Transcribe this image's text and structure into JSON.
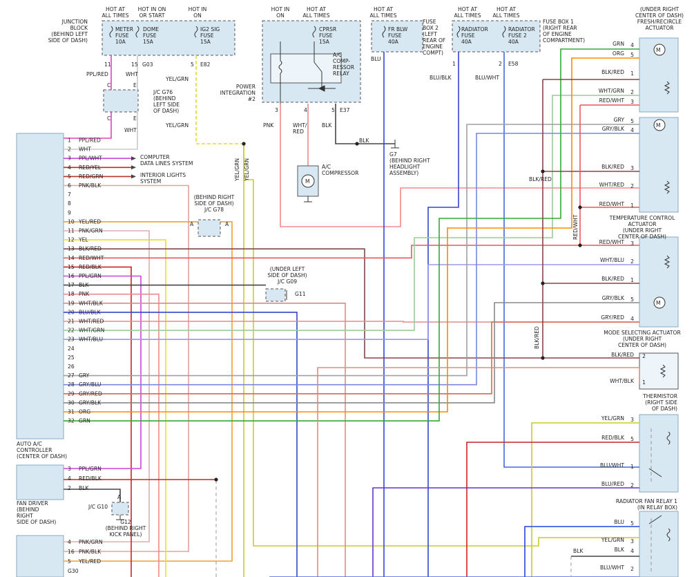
{
  "colors": {
    "PPL_RED": "#e040c0",
    "WHT": "#c8c8c8",
    "PPL_WHT": "#cc44dd",
    "RED_YEL": "#cc2222",
    "RED_GRN": "#bb3322",
    "PNK_BLK": "#e8a0a0",
    "YEL_RED": "#f0a030",
    "PNK_GRN": "#d8b0b0",
    "YEL": "#e8e020",
    "BLK_RED": "#884444",
    "RED_WHT": "#ee5555",
    "RED_BLK": "#cc2222",
    "PPL_GRN": "#cc44dd",
    "BLK": "#444444",
    "PNK": "#ee8888",
    "WHT_BLK": "#e08888",
    "BLU_BLK": "#3344cc",
    "WHT_RED": "#e88888",
    "WHT_GRN": "#99cc99",
    "WHT_BLU": "#9999ee",
    "GRY": "#a0a0a0",
    "GRY_BLU": "#7788dd",
    "GRY_RED": "#dd6655",
    "GRY_BLK": "#888888",
    "ORG": "#ff8800",
    "GRN": "#33aa33",
    "BLU": "#3344dd",
    "BLU_WHT": "#4466dd",
    "BLU_RED": "#6633cc",
    "YEL_GRN": "#cccc22",
    "YEL_GRN_DASH": "#dddd33",
    "BLU_CYAN": "#2244dd"
  },
  "top": {
    "hot1": "HOT AT\nALL TIMES",
    "hot2": "HOT IN ON\nOR START",
    "hot3": "HOT IN\nON",
    "hot4": "HOT IN\nON",
    "hot5": "HOT AT\nALL TIMES",
    "hot6": "HOT AT\nALL TIMES",
    "hot7": "HOT AT\nALL TIMES",
    "hot8": "HOT AT\nALL TIMES",
    "junction_block": "JUNCTION\nBLOCK\n(BEHIND LEFT\nSIDE OF DASH)",
    "meter_fuse": "METER\nFUSE\n10A",
    "dome_fuse": "DOME\nFUSE\n15A",
    "ig2_fuse": "IG2 SIG\nFUSE\n15A",
    "cprsr_fuse": "CPRSR\nFUSE\n15A",
    "ac_relay": "A/C\nCOMP-\nRESSOR\nRELAY",
    "power_integration": "POWER\nINTEGRATION\n#2",
    "fr_blw_fuse": "FR BLW\nFUSE\n40A",
    "fuse_box2": "FUSE\nBOX 2\n(LEFT\nREAR OF\nENGINE\nCOMPT)",
    "radiator_fuse": "RADIATOR\nFUSE\n40A",
    "radiator_fuse2": "RADIATOR\nFUSE 2\n40A",
    "fuse_box1": "FUSE BOX 1\n(RIGHT REAR\nOF ENGINE\nCOMPARTMENT)",
    "pin11": "11",
    "pin15": "15",
    "g03": "G03",
    "pin5": "5",
    "e82": "E82",
    "pin3": "3",
    "pin4": "4",
    "pin5b": "5",
    "e37": "E37",
    "pin1": "1",
    "pin2": "2",
    "e58": "E58",
    "ppl_red": "PPL/RED",
    "wht": "WHT",
    "yel_grn": "YEL/GRN",
    "pnk": "PNK",
    "wht_red": "WHT/\nRED",
    "blk": "BLK",
    "blu": "BLU",
    "blu_blk": "BLU/BLK",
    "blu_wht": "BLU/WHT",
    "jc_g76": "J/C G76\n(BEHIND\nLEFT SIDE\nOF DASH)",
    "c_top": "C",
    "e_top": "E",
    "c_bot": "C",
    "e_bot": "E",
    "wht2": "WHT",
    "yel_grn2": "YEL/GRN",
    "yel_grn_v1": "YEL/GRN",
    "yel_grn_v2": "YEL/GRN",
    "blk_g7": "BLK",
    "g7": "G7\n(BEHIND RIGHT\nHEADLIGHT\nASSEMBLY)",
    "ac_compressor": "A/C\nCOMPRESSOR",
    "motor_m": "M"
  },
  "controller": {
    "name": "AUTO A/C\nCONTROLLER\n(CENTER OF DASH)",
    "pins": [
      {
        "n": "1",
        "w": "PPL/RED"
      },
      {
        "n": "2",
        "w": "WHT"
      },
      {
        "n": "3",
        "w": "PPL/WHT"
      },
      {
        "n": "4",
        "w": "RED/YEL"
      },
      {
        "n": "5",
        "w": "RED/GRN"
      },
      {
        "n": "6",
        "w": "PNK/BLK"
      },
      {
        "n": "7",
        "w": ""
      },
      {
        "n": "8",
        "w": ""
      },
      {
        "n": "9",
        "w": ""
      },
      {
        "n": "10",
        "w": "YEL/RED"
      },
      {
        "n": "11",
        "w": "PNK/GRN"
      },
      {
        "n": "12",
        "w": "YEL"
      },
      {
        "n": "13",
        "w": "BLK/RED"
      },
      {
        "n": "14",
        "w": "RED/WHT"
      },
      {
        "n": "15",
        "w": "RED/BLK"
      },
      {
        "n": "16",
        "w": "PPL/GRN"
      },
      {
        "n": "17",
        "w": "BLK"
      },
      {
        "n": "18",
        "w": "PNK"
      },
      {
        "n": "19",
        "w": "WHT/BLK"
      },
      {
        "n": "20",
        "w": "BLU/BLK"
      },
      {
        "n": "21",
        "w": "WHT/RED"
      },
      {
        "n": "22",
        "w": "WHT/GRN"
      },
      {
        "n": "23",
        "w": "WHT/BLU"
      },
      {
        "n": "24",
        "w": ""
      },
      {
        "n": "25",
        "w": ""
      },
      {
        "n": "26",
        "w": ""
      },
      {
        "n": "27",
        "w": "GRY"
      },
      {
        "n": "28",
        "w": "GRY/BLU"
      },
      {
        "n": "29",
        "w": "GRY/RED"
      },
      {
        "n": "30",
        "w": "GRY/BLK"
      },
      {
        "n": "31",
        "w": "ORG"
      },
      {
        "n": "32",
        "w": "GRN"
      }
    ],
    "computer_data": "COMPUTER\nDATA LINES SYSTEM",
    "interior_lights": "INTERIOR LIGHTS\nSYSTEM"
  },
  "mid": {
    "jc_g78": "(BEHIND RIGHT\nSIDE OF DASH)\nJ/C G78",
    "a_left": "A",
    "a_right": "A",
    "jc_g09": "(UNDER LEFT\nSIDE OF DASH)\nJ/C G09",
    "g11": "G11"
  },
  "fan_driver": {
    "name": "FAN DRIVER\n(BEHIND\nRIGHT\nSIDE OF DASH)",
    "pins": [
      {
        "n": "3",
        "w": "PPL/GRN"
      },
      {
        "n": "4",
        "w": "RED/BLK"
      },
      {
        "n": "2",
        "w": "BLK"
      }
    ],
    "jc_g10": "J/C G10",
    "a_g10": "A",
    "g12": "G12\n(BEHIND RIGHT\nKICK PANEL)"
  },
  "bottom": {
    "pins": [
      {
        "n": "4",
        "w": "PNK/GRN"
      },
      {
        "n": "16",
        "w": "PNK/BLK"
      },
      {
        "n": "5",
        "w": "YEL/RED"
      }
    ],
    "g30": "G30"
  },
  "right": {
    "fresh": "(UNDER RIGHT\nCENTER OF DASH)\nFRESH/RECIRCLE\nACTUATOR",
    "fresh_pins": [
      {
        "n": "4",
        "w": "GRN"
      },
      {
        "n": "5",
        "w": "ORG"
      },
      {
        "n": "1",
        "w": "BLK/RED"
      },
      {
        "n": "2",
        "w": "WHT/GRN"
      },
      {
        "n": "3",
        "w": "RED/WHT"
      }
    ],
    "temp_pins": [
      {
        "n": "5",
        "w": "GRY"
      },
      {
        "n": "4",
        "w": "GRY/BLK"
      },
      {
        "n": "3",
        "w": "BLK/RED"
      },
      {
        "n": "2",
        "w": "WHT/RED"
      },
      {
        "n": "1",
        "w": "RED/WHT"
      }
    ],
    "temp": "TEMPERATURE CONTROL\nACTUATOR\n(UNDER RIGHT\nCENTER OF DASH)",
    "mode_pins": [
      {
        "n": "3",
        "w": "RED/WHT"
      },
      {
        "n": "2",
        "w": "WHT/BLU"
      },
      {
        "n": "1",
        "w": "BLK/RED"
      },
      {
        "n": "5",
        "w": "GRY/BLK"
      },
      {
        "n": "4",
        "w": "GRY/RED"
      }
    ],
    "mode": "MODE SELECTING ACTUATOR\n(UNDER RIGHT\nCENTER OF DASH)",
    "therm_pins": [
      {
        "n": "2",
        "w": "BLK/RED"
      },
      {
        "n": "1",
        "w": "WHT/BLK"
      }
    ],
    "therm": "THERMISTOR\n(RIGHT SIDE\nOF DASH)",
    "relay1_pins": [
      {
        "n": "3",
        "w": "YEL/GRN"
      },
      {
        "n": "5",
        "w": "RED/BLK"
      },
      {
        "n": "1",
        "w": "BLU/WHT"
      },
      {
        "n": "2",
        "w": "BLU/RED"
      }
    ],
    "relay1": "RADIATOR FAN RELAY 1\n(IN RELAY BOX)",
    "relay2_pins": [
      {
        "n": "5",
        "w": "BLU"
      },
      {
        "n": "3",
        "w": "YEL/GRN"
      },
      {
        "n": "4",
        "w": "BLK"
      },
      {
        "n": "2",
        "w": "BLU/WHT"
      }
    ],
    "blk_red_v1": "BLK/RED",
    "red_wht_v": "RED/WHT",
    "blk_red_v2": "BLK/RED",
    "blk_bot": "BLK"
  }
}
